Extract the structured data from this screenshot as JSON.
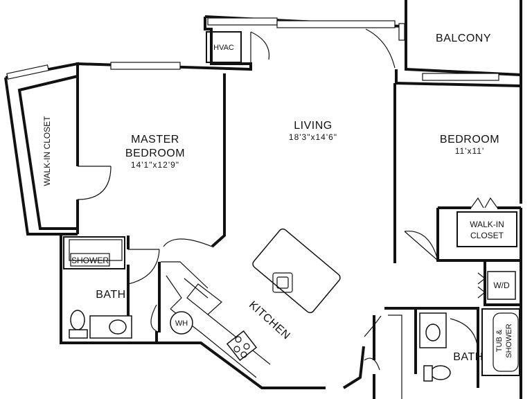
{
  "rooms": {
    "balcony": "BALCONY",
    "hvac": "HVAC",
    "living": "LIVING",
    "living_dim": "18'3\"x14'6\"",
    "master_line1": "MASTER",
    "master_line2": "BEDROOM",
    "master_dim": "14'1\"x12'9\"",
    "walkin_left": "WALK-IN CLOSET",
    "bedroom": "BEDROOM",
    "bedroom_dim": "11'x11'",
    "walkin_right_line1": "WALK-IN",
    "walkin_right_line2": "CLOSET",
    "shower": "SHOWER",
    "bath_left": "BATH",
    "kitchen": "KITCHEN",
    "wh": "WH",
    "wd": "W/D",
    "bath_right": "BATH",
    "tub_line1": "TUB &",
    "tub_line2": "SHOWER"
  }
}
